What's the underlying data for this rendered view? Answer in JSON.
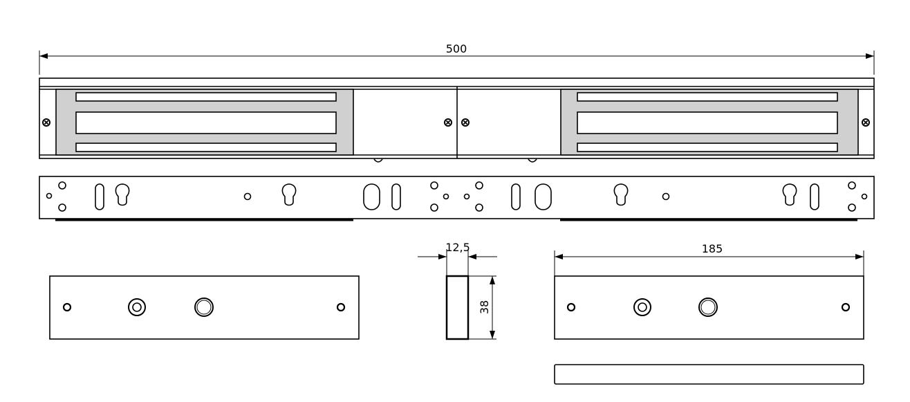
{
  "drawing": {
    "dimensions": {
      "overall_length": "500",
      "armature_thickness": "12,5",
      "armature_height": "38",
      "armature_length": "185"
    },
    "colors": {
      "line": "#000000",
      "magnet_face": "#d0d0d0",
      "background": "#ffffff"
    }
  }
}
